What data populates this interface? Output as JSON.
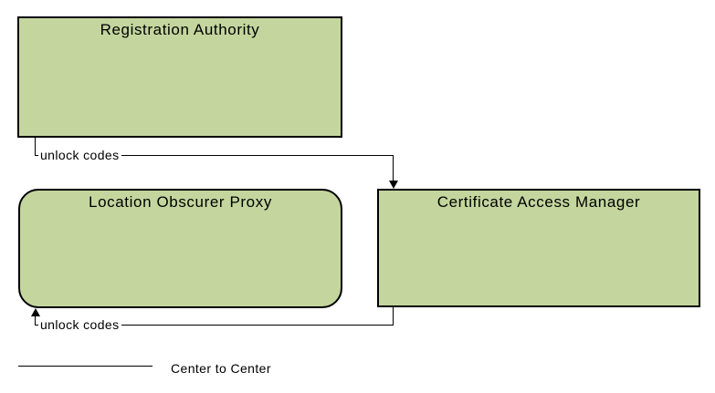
{
  "boxes": {
    "registration_authority": {
      "label": "Registration Authority"
    },
    "location_obscurer_proxy": {
      "label": "Location Obscurer Proxy"
    },
    "certificate_access_manager": {
      "label": "Certificate Access Manager"
    }
  },
  "flows": [
    {
      "label": "unlock codes",
      "from": "Registration Authority",
      "to": "Certificate Access Manager"
    },
    {
      "label": "unlock codes",
      "from": "Certificate Access Manager",
      "to": "Location Obscurer Proxy"
    }
  ],
  "legend": {
    "label": "Center to Center"
  },
  "colors": {
    "box_fill": "#c4d69e",
    "box_border": "#000000",
    "line": "#000000",
    "background": "#ffffff"
  }
}
